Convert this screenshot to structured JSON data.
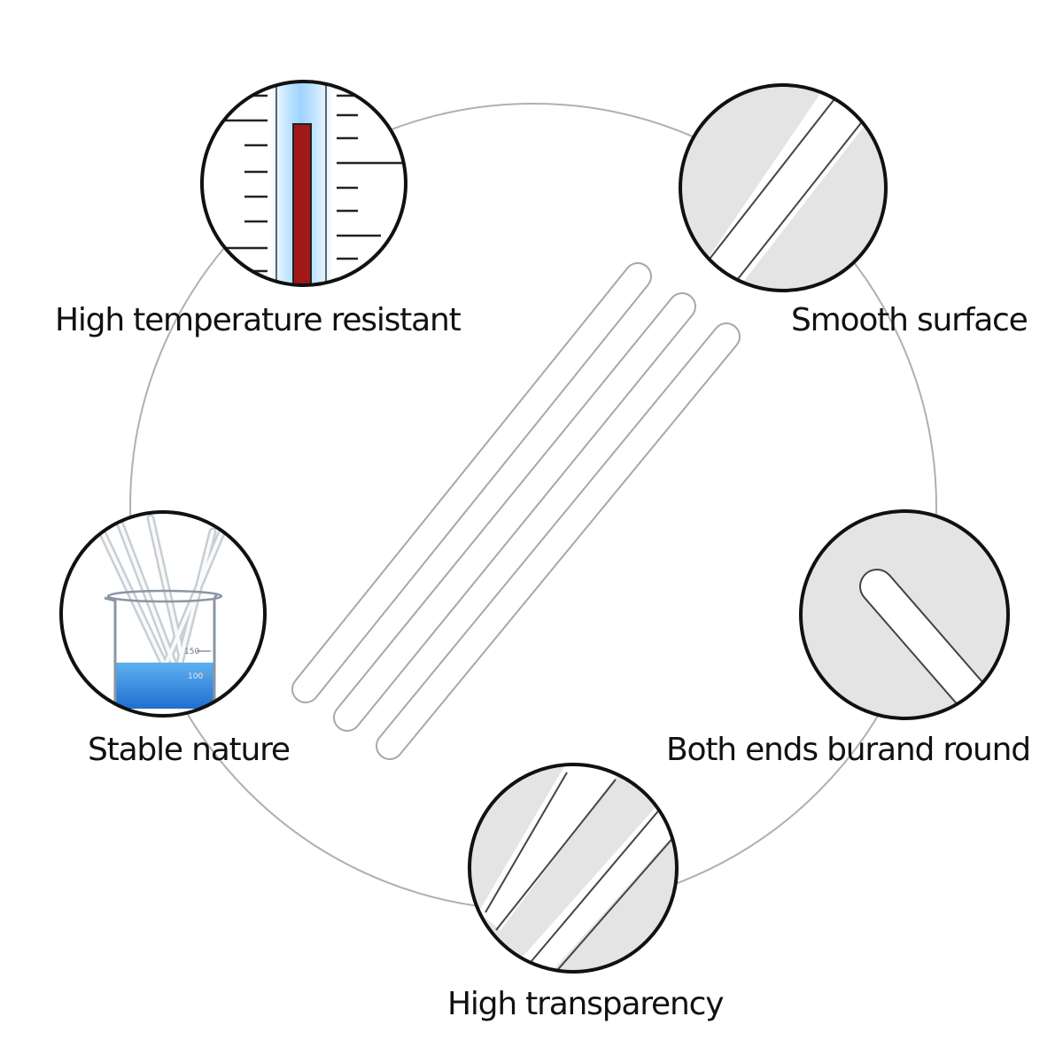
{
  "features": [
    {
      "id": "temp",
      "label": "High temperature resistant",
      "icon": "thermometer-icon"
    },
    {
      "id": "smooth",
      "label": "Smooth surface",
      "icon": "smooth-rod-closeup-icon"
    },
    {
      "id": "stable",
      "label": "Stable nature",
      "icon": "beaker-icon"
    },
    {
      "id": "ends",
      "label": "Both ends burand round",
      "icon": "rounded-rod-end-icon"
    },
    {
      "id": "transp",
      "label": "High transparency",
      "icon": "transparent-rods-closeup-icon"
    }
  ],
  "beaker_marks": {
    "upper": "150",
    "lower": "100"
  },
  "colors": {
    "mercury": "#a01818",
    "liquid": "#3a8fe0",
    "closeup_bg": "#e4e4e4",
    "outline": "#111111"
  }
}
